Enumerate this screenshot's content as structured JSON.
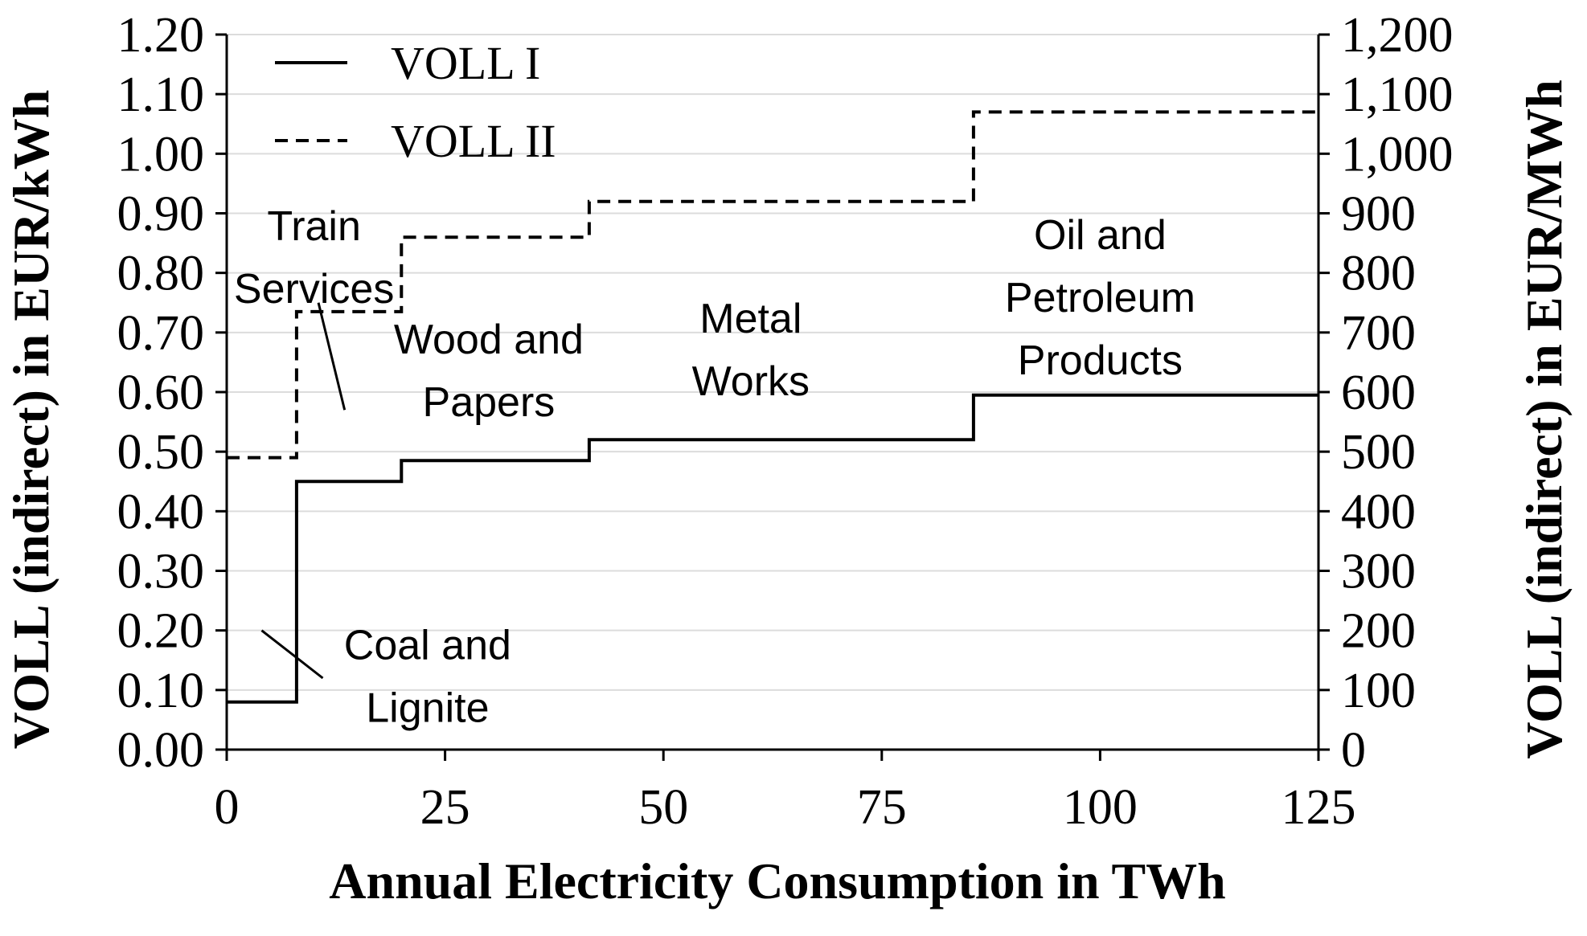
{
  "chart_data": {
    "type": "line",
    "xlabel": "Annual Electricity Consumption in TWh",
    "ylabel": "VOLL (indirect)  in EUR/kWh",
    "y2label": "VOLL (indirect) in EUR/MWh",
    "xlim": [
      0,
      125
    ],
    "ylim": [
      0,
      1.2
    ],
    "y2lim": [
      0,
      1200
    ],
    "x_ticks": [
      "0",
      "25",
      "50",
      "75",
      "100",
      "125"
    ],
    "y_ticks": [
      "0.00",
      "0.10",
      "0.20",
      "0.30",
      "0.40",
      "0.50",
      "0.60",
      "0.70",
      "0.80",
      "0.90",
      "1.00",
      "1.10",
      "1.20"
    ],
    "y2_ticks": [
      "0",
      "100",
      "200",
      "300",
      "400",
      "500",
      "600",
      "700",
      "800",
      "900",
      "1,000",
      "1,100",
      "1,200"
    ],
    "grid": true,
    "legend_position": "top-left",
    "series": [
      {
        "name": "VOLL I",
        "style": "solid",
        "x": [
          0,
          8,
          8,
          20,
          20,
          41.5,
          41.5,
          85.5,
          85.5,
          125
        ],
        "y": [
          0.08,
          0.08,
          0.45,
          0.45,
          0.485,
          0.485,
          0.52,
          0.52,
          0.595,
          0.595
        ]
      },
      {
        "name": "VOLL II",
        "style": "dashed",
        "x": [
          0,
          8,
          8,
          20,
          20,
          41.5,
          41.5,
          85.5,
          85.5,
          125
        ],
        "y": [
          0.49,
          0.49,
          0.735,
          0.735,
          0.86,
          0.86,
          0.92,
          0.92,
          1.07,
          1.07
        ]
      }
    ],
    "annotations": [
      {
        "lines": [
          "Coal and",
          "Lignite"
        ],
        "x": 23,
        "y": 0.152
      },
      {
        "lines": [
          "Train",
          "Services"
        ],
        "x": 10,
        "y": 0.855
      },
      {
        "lines": [
          "Wood and",
          "Papers"
        ],
        "x": 30,
        "y": 0.665
      },
      {
        "lines": [
          "Metal",
          "Works"
        ],
        "x": 60,
        "y": 0.7
      },
      {
        "lines": [
          "Oil and",
          "Petroleum",
          "Products"
        ],
        "x": 100,
        "y": 0.84
      }
    ],
    "leaders": [
      {
        "x1": 4,
        "y1": 0.2,
        "x2": 11,
        "y2": 0.12
      },
      {
        "x1": 10.5,
        "y1": 0.75,
        "x2": 13.5,
        "y2": 0.57
      }
    ]
  }
}
